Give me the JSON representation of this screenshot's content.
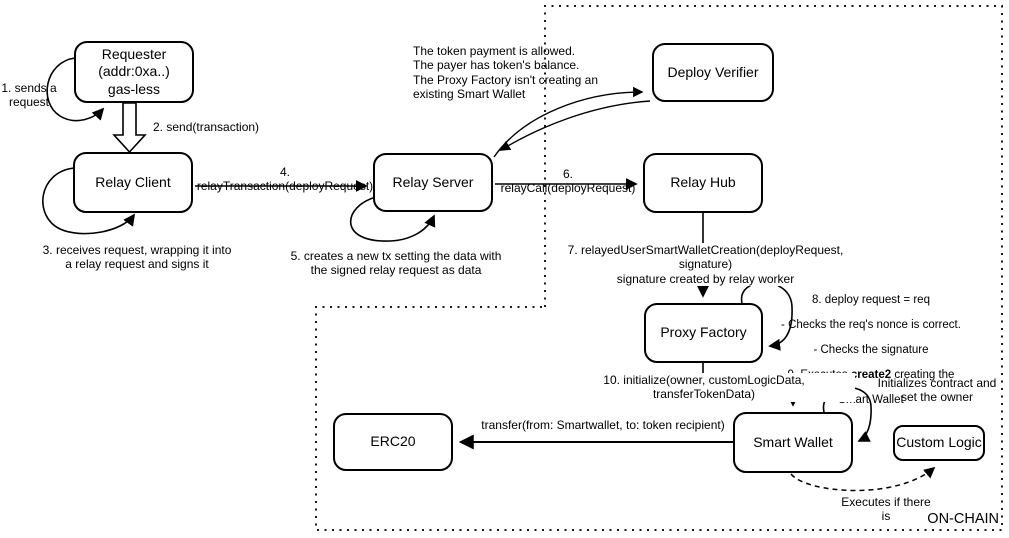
{
  "diagram": {
    "type": "flow-diagram",
    "theme": {
      "background": "#ffffff",
      "stroke": "#000000",
      "text": "#000000"
    },
    "region_label": "ON-CHAIN"
  },
  "nodes": {
    "requester": {
      "label": "Requester\n(addr:0xa..)\ngas-less"
    },
    "relay_client": {
      "label": "Relay Client"
    },
    "relay_server": {
      "label": "Relay Server"
    },
    "deploy_verifier": {
      "label": "Deploy Verifier"
    },
    "relay_hub": {
      "label": "Relay Hub"
    },
    "proxy_factory": {
      "label": "Proxy Factory"
    },
    "erc20": {
      "label": "ERC20"
    },
    "smart_wallet": {
      "label": "Smart Wallet"
    },
    "custom_logic": {
      "label": "Custom Logic"
    }
  },
  "labels": {
    "step1": "1. sends a\nrequest",
    "step2": "2. send(transaction)",
    "step3": "3. receives request, wrapping it into\na relay request and signs it",
    "step4": "4. relayTransaction(deployRequest)",
    "step5": "5. creates a new tx setting the data with\nthe signed relay request as data",
    "verifier_note": "The token payment is allowed.\nThe payer has token's balance.\nThe Proxy Factory isn't creating an\nexisting Smart Wallet",
    "step6": "6. relayCall(deployRequest)",
    "step7": "7. relayedUserSmartWalletCreation(deployRequest, signature)\nsignature created by relay worker",
    "step8_line1": "8. deploy request = req",
    "step8_line2": "- Checks the req's nonce is correct.",
    "step8_line3": "- Checks the signature",
    "step9_prefix": "9. Executes ",
    "step9_bold": "create2",
    "step9_suffix": " creating the",
    "step9_line2": "Smart Wallet",
    "step10": "10. initialize(owner, customLogicData, transferTokenData)",
    "init_note": "Initializes contract and\nset the owner",
    "transfer": "transfer(from: Smartwallet, to: token recipient)",
    "executes": "Executes if there is",
    "onchain": "ON-CHAIN"
  },
  "edges": [
    {
      "id": "requester-self-loop",
      "from": "requester",
      "to": "requester",
      "label_ref": "step1"
    },
    {
      "id": "send-transaction-arrow",
      "from": "requester",
      "to": "relay_client",
      "label_ref": "step2",
      "style": "hollow-thick"
    },
    {
      "id": "relay-client-self-loop",
      "from": "relay_client",
      "to": "relay_client",
      "label_ref": "step3"
    },
    {
      "id": "relay-transaction-arrow",
      "from": "relay_client",
      "to": "relay_server",
      "label_ref": "step4"
    },
    {
      "id": "relay-server-self-loop",
      "from": "relay_server",
      "to": "relay_server",
      "label_ref": "step5"
    },
    {
      "id": "server-to-verifier-curve",
      "from": "relay_server",
      "to": "deploy_verifier",
      "label_ref": "verifier_note"
    },
    {
      "id": "verifier-to-server-curve",
      "from": "deploy_verifier",
      "to": "relay_server"
    },
    {
      "id": "relay-call-arrow",
      "from": "relay_server",
      "to": "relay_hub",
      "label_ref": "step6"
    },
    {
      "id": "hub-to-factory-arrow",
      "from": "relay_hub",
      "to": "proxy_factory",
      "label_ref": "step7"
    },
    {
      "id": "proxy-factory-self-loop",
      "from": "proxy_factory",
      "to": "proxy_factory",
      "label_ref": "step8_9"
    },
    {
      "id": "initialize-arrow",
      "from": "proxy_factory",
      "to": "smart_wallet",
      "label_ref": "step10"
    },
    {
      "id": "smart-wallet-self-loop",
      "from": "smart_wallet",
      "to": "smart_wallet",
      "label_ref": "init_note"
    },
    {
      "id": "transfer-arrow",
      "from": "smart_wallet",
      "to": "erc20",
      "label_ref": "transfer"
    },
    {
      "id": "executes-dashed-curve",
      "from": "smart_wallet",
      "to": "custom_logic",
      "label_ref": "executes",
      "style": "dashed"
    }
  ]
}
